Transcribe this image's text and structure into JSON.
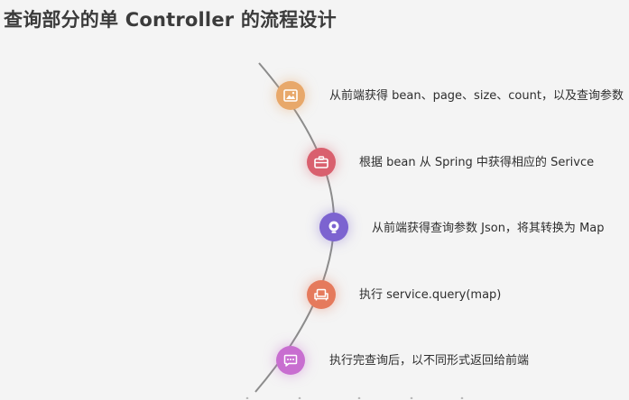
{
  "title": "查询部分的单 Controller 的流程设计",
  "steps": [
    {
      "icon": "image-icon",
      "color": "#e8a86a",
      "label": "从前端获得 bean、page、size、count，以及查询参数"
    },
    {
      "icon": "briefcase-icon",
      "color": "#d9606e",
      "label": "根据 bean 从 Spring 中获得相应的 Serivce"
    },
    {
      "icon": "webcam-icon",
      "color": "#7c63d0",
      "label": "从前端获得查询参数 Json，将其转换为 Map"
    },
    {
      "icon": "sofa-icon",
      "color": "#e57a5c",
      "label": "执行 service.query(map)"
    },
    {
      "icon": "chat-bubble-icon",
      "color": "#c86ed0",
      "label": "执行完查询后，以不同形式返回给前端"
    }
  ]
}
